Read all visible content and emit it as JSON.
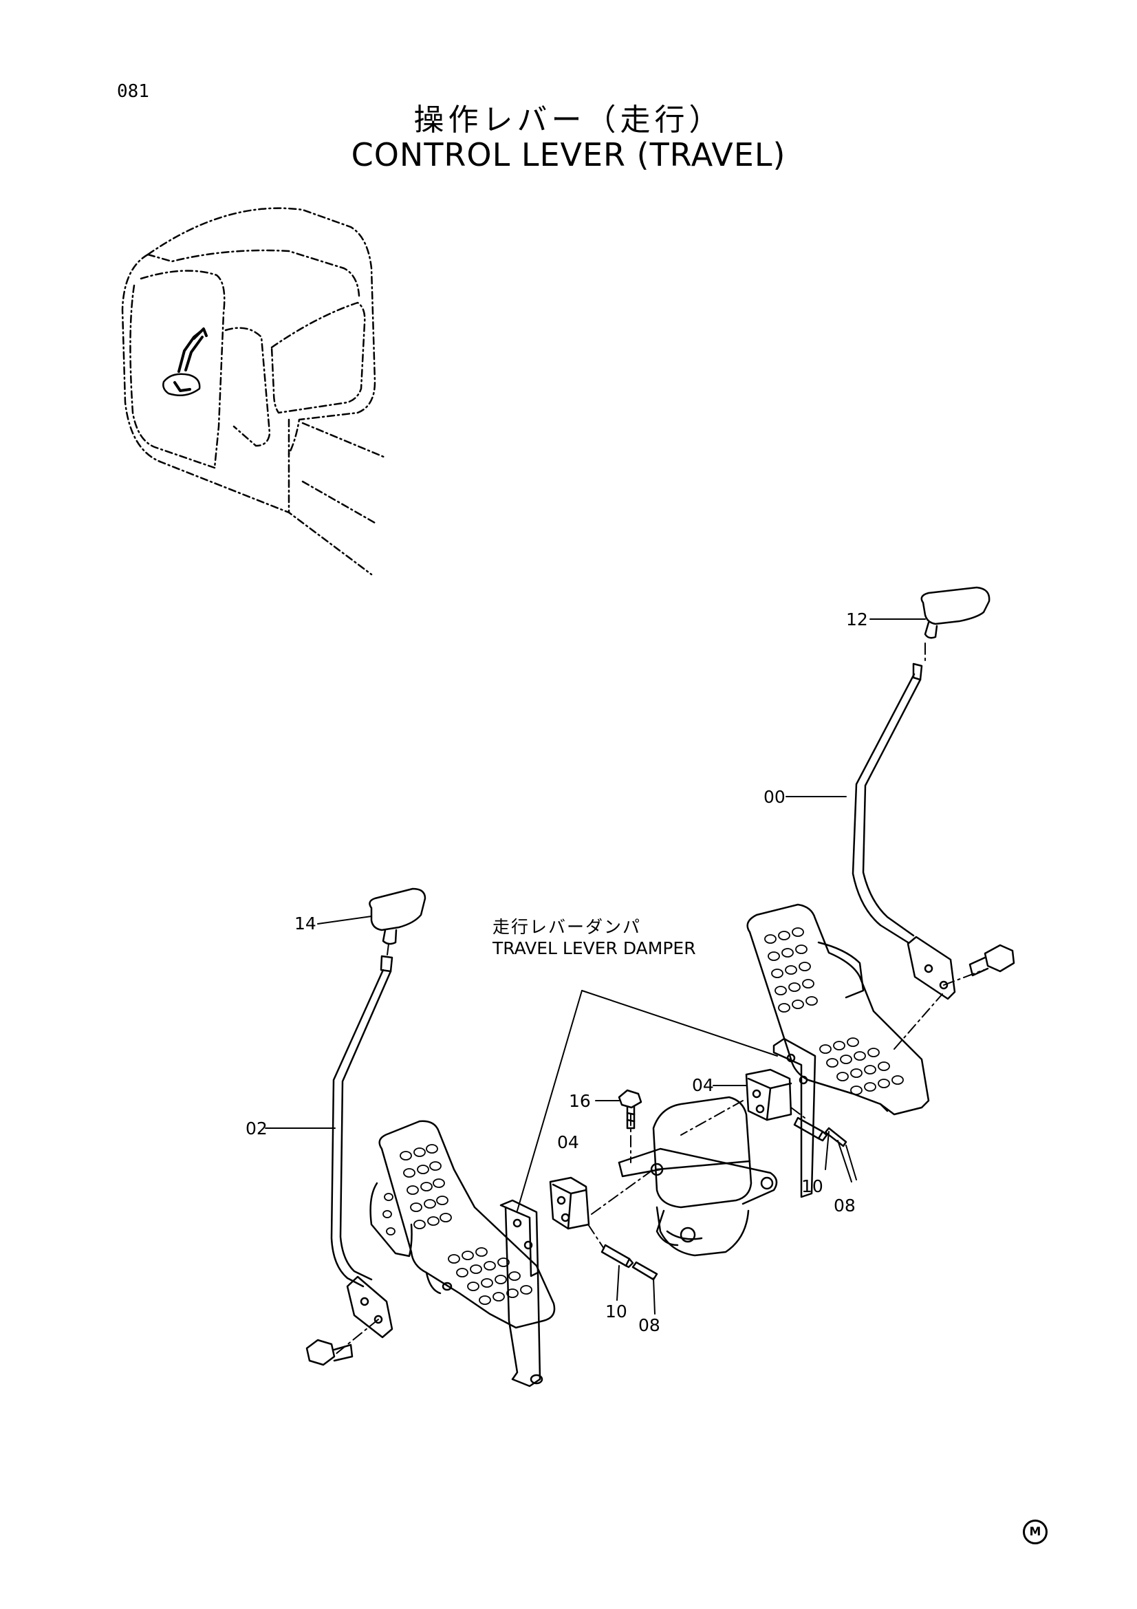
{
  "page_number": "081",
  "title_jp": "操作レバー（走行）",
  "title_en": "CONTROL LEVER (TRAVEL)",
  "damper_label_jp": "走行レバーダンパ",
  "damper_label_en": "TRAVEL LEVER DAMPER",
  "callouts": {
    "c12": "12",
    "c00": "00",
    "c14": "14",
    "c02": "02",
    "c16": "16",
    "c04a": "04",
    "c04b": "04",
    "c10a": "10",
    "c08a": "08",
    "c10b": "10",
    "c08b": "08"
  },
  "maker_mark": "M"
}
